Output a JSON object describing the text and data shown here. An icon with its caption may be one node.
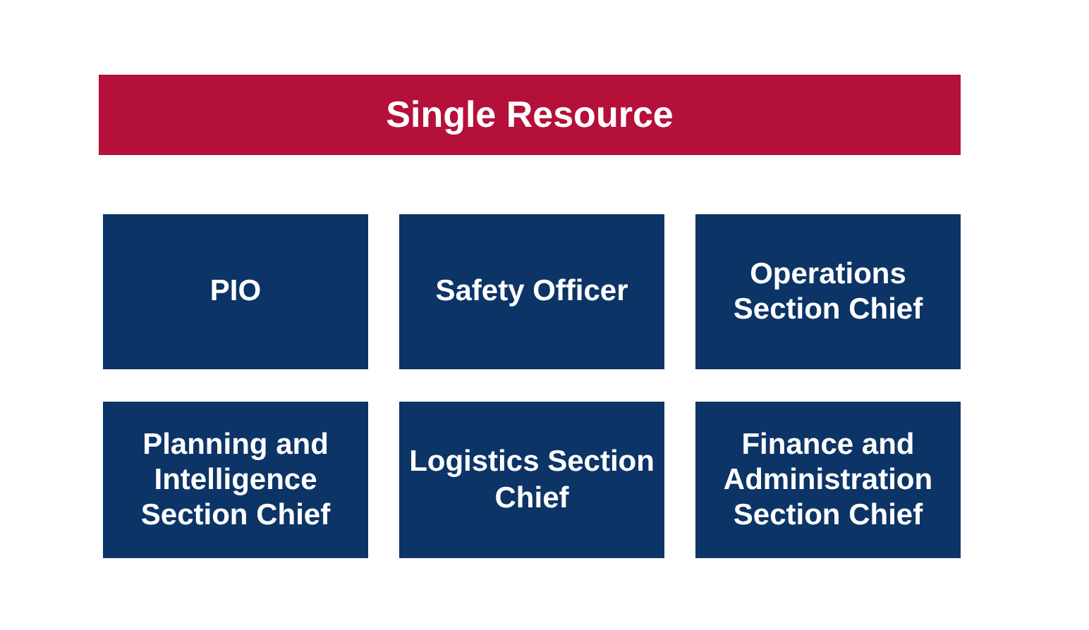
{
  "diagram": {
    "nodes": [
      {
        "text": [
          "Single Resource"
        ]
      },
      {
        "text": [
          "PIO"
        ]
      },
      {
        "text": [
          "Safety Officer"
        ]
      },
      {
        "text": [
          "Operations Section Chief"
        ]
      },
      {
        "text": [
          "Planning and Intelligence Section Chief"
        ]
      },
      {
        "text": [
          "Logistics Section Chief"
        ]
      },
      {
        "text": [
          "Finance and Administration Section Chief"
        ]
      }
    ]
  }
}
